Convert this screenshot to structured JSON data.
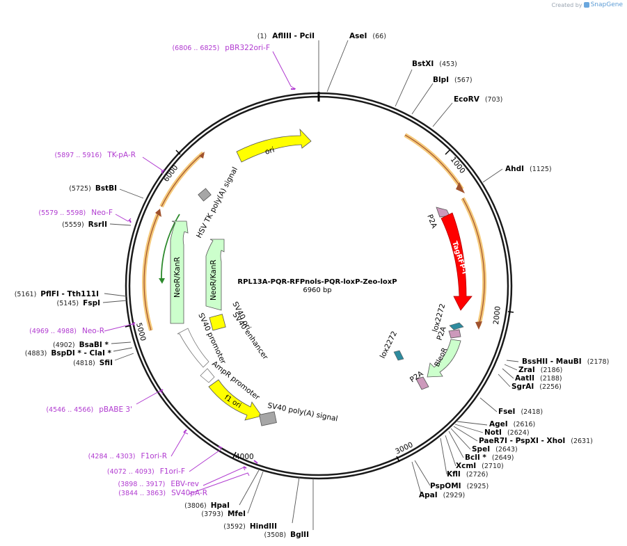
{
  "branding": {
    "created_by": "Created by",
    "product": "SnapGene"
  },
  "plasmid": {
    "name": "RPL13A-PQR-RFPnols-PQR-loxP-Zeo-loxP",
    "length_label": "6960 bp",
    "length": 6960
  },
  "ticks": [
    {
      "label": "1000",
      "bp": 1000
    },
    {
      "label": "2000",
      "bp": 2000
    },
    {
      "label": "3000",
      "bp": 3000
    },
    {
      "label": "4000",
      "bp": 4000
    },
    {
      "label": "5000",
      "bp": 5000
    },
    {
      "label": "6000",
      "bp": 6000
    }
  ],
  "sites": [
    {
      "id": "afliii-pcii",
      "bp": 1,
      "pos": "(1)",
      "name": "AflIII  - PciI",
      "side": "left"
    },
    {
      "id": "asei",
      "bp": 66,
      "pos": "(66)",
      "name": "AseI",
      "side": "right"
    },
    {
      "id": "bstxi",
      "bp": 453,
      "pos": "(453)",
      "name": "BstXI",
      "side": "right"
    },
    {
      "id": "blpi",
      "bp": 567,
      "pos": "(567)",
      "name": "BlpI",
      "side": "right"
    },
    {
      "id": "ecorv",
      "bp": 703,
      "pos": "(703)",
      "name": "EcoRV",
      "side": "right"
    },
    {
      "id": "ahdi",
      "bp": 1125,
      "pos": "(1125)",
      "name": "AhdI",
      "side": "right"
    },
    {
      "id": "bsshii-maubi",
      "bp": 2178,
      "pos": "(2178)",
      "name": "BssHII   - MauBI",
      "side": "right"
    },
    {
      "id": "zrai",
      "bp": 2186,
      "pos": "(2186)",
      "name": "ZraI",
      "side": "right"
    },
    {
      "id": "aatii",
      "bp": 2188,
      "pos": "(2188)",
      "name": "AatII",
      "side": "right"
    },
    {
      "id": "sgrai",
      "bp": 2256,
      "pos": "(2256)",
      "name": "SgrAI",
      "side": "right"
    },
    {
      "id": "fsei",
      "bp": 2418,
      "pos": "(2418)",
      "name": "FseI",
      "side": "right"
    },
    {
      "id": "agei",
      "bp": 2616,
      "pos": "(2616)",
      "name": "AgeI",
      "side": "right"
    },
    {
      "id": "noti",
      "bp": 2624,
      "pos": "(2624)",
      "name": "NotI",
      "side": "right"
    },
    {
      "id": "paer7i-pspxi-xhoi",
      "bp": 2631,
      "pos": "(2631)",
      "name": "PaeR7I   - PspXI   - XhoI",
      "side": "right"
    },
    {
      "id": "spei",
      "bp": 2643,
      "pos": "(2643)",
      "name": "SpeI",
      "side": "right"
    },
    {
      "id": "bcli",
      "bp": 2649,
      "pos": "(2649)",
      "name": "BclI *",
      "side": "right"
    },
    {
      "id": "xcmi",
      "bp": 2710,
      "pos": "(2710)",
      "name": "XcmI",
      "side": "right"
    },
    {
      "id": "kfli",
      "bp": 2726,
      "pos": "(2726)",
      "name": "KflI",
      "side": "right"
    },
    {
      "id": "pspomi",
      "bp": 2925,
      "pos": "(2925)",
      "name": "PspOMI",
      "side": "right"
    },
    {
      "id": "apai",
      "bp": 2929,
      "pos": "(2929)",
      "name": "ApaI",
      "side": "right"
    },
    {
      "id": "bglii",
      "bp": 3508,
      "pos": "(3508)",
      "name": "BglII",
      "side": "left"
    },
    {
      "id": "hindiii",
      "bp": 3592,
      "pos": "(3592)",
      "name": "HindIII",
      "side": "left"
    },
    {
      "id": "mfei",
      "bp": 3793,
      "pos": "(3793)",
      "name": "MfeI",
      "side": "left"
    },
    {
      "id": "hpai",
      "bp": 3806,
      "pos": "(3806)",
      "name": "HpaI",
      "side": "left"
    },
    {
      "id": "sfii",
      "bp": 4818,
      "pos": "(4818)",
      "name": "SfiI",
      "side": "left"
    },
    {
      "id": "bspdi-clai",
      "bp": 4883,
      "pos": "(4883)",
      "name": "BspDI *  - ClaI *",
      "side": "left"
    },
    {
      "id": "bsabi",
      "bp": 4902,
      "pos": "(4902)",
      "name": "BsaBI *",
      "side": "left"
    },
    {
      "id": "fspi",
      "bp": 5145,
      "pos": "(5145)",
      "name": "FspI",
      "side": "left"
    },
    {
      "id": "pflfi-tth111i",
      "bp": 5161,
      "pos": "(5161)",
      "name": "PflFI   - Tth111I",
      "side": "left"
    },
    {
      "id": "rsrii",
      "bp": 5559,
      "pos": "(5559)",
      "name": "RsrII",
      "side": "left"
    },
    {
      "id": "bstbi",
      "bp": 5725,
      "pos": "(5725)",
      "name": "BstBI",
      "side": "left"
    }
  ],
  "primers": [
    {
      "id": "pbr322ori-f",
      "bp": 6815,
      "pos": "(6806 .. 6825)",
      "name": "pBR322ori-F"
    },
    {
      "id": "tk-pa-r",
      "bp": 5906,
      "pos": "(5897 .. 5916)",
      "name": "TK-pA-R"
    },
    {
      "id": "neo-f",
      "bp": 5588,
      "pos": "(5579 .. 5598)",
      "name": "Neo-F"
    },
    {
      "id": "neo-r",
      "bp": 4978,
      "pos": "(4969 .. 4988)",
      "name": "Neo-R"
    },
    {
      "id": "pbabe-3",
      "bp": 4556,
      "pos": "(4546 .. 4566)",
      "name": "pBABE 3'"
    },
    {
      "id": "f1ori-r",
      "bp": 4293,
      "pos": "(4284 .. 4303)",
      "name": "F1ori-R"
    },
    {
      "id": "f1ori-f",
      "bp": 4082,
      "pos": "(4072 .. 4093)",
      "name": "F1ori-F"
    },
    {
      "id": "ebv-rev",
      "bp": 3907,
      "pos": "(3898 .. 3917)",
      "name": "EBV-rev"
    },
    {
      "id": "sv40pa-r",
      "bp": 3853,
      "pos": "(3844 .. 3863)",
      "name": "SV40pA-R"
    }
  ],
  "features": [
    {
      "id": "ori",
      "name": "ori",
      "color": "#ffff00"
    },
    {
      "id": "hsv-tk-polya",
      "name": "HSV TK poly(A) signal",
      "color": "#a6a6a6"
    },
    {
      "id": "neor-kanr-outer",
      "name": "NeoR/KanR",
      "color": "#ccffcc"
    },
    {
      "id": "neor-kanr-inner",
      "name": "NeoR/KanR",
      "color": "#ccffcc"
    },
    {
      "id": "sv40-ori",
      "name": "SV40 ori",
      "color": "#ffff00"
    },
    {
      "id": "sv40-enhancer",
      "name": "SV40 enhancer",
      "color": "#ffffff"
    },
    {
      "id": "sv40-promoter",
      "name": "SV40 promoter",
      "color": "#ffffff"
    },
    {
      "id": "ampr-promoter",
      "name": "AmpR promoter",
      "color": "#ffffff"
    },
    {
      "id": "f1-ori",
      "name": "f1 ori",
      "color": "#ffff00"
    },
    {
      "id": "sv40-polya",
      "name": "SV40 poly(A) signal",
      "color": "#a6a6a6"
    },
    {
      "id": "p2a-1",
      "name": "P2A",
      "color": "#cc99bb"
    },
    {
      "id": "tagrfp-t",
      "name": "TagRFP-T",
      "color": "#ff0000"
    },
    {
      "id": "lox2272-1",
      "name": "lox2272",
      "color": "#2e8b9e"
    },
    {
      "id": "p2a-2",
      "name": "P2A",
      "color": "#cc99bb"
    },
    {
      "id": "bleor",
      "name": "BleoR",
      "color": "#ccffcc"
    },
    {
      "id": "lox2272-2",
      "name": "lox2272",
      "color": "#2e8b9e"
    },
    {
      "id": "p2a-3",
      "name": "P2A",
      "color": "#cc99bb"
    }
  ],
  "colors": {
    "backbone": "#1a1a1a",
    "orf_outline": "#f5c97a",
    "orf_arrow": "#a0522d",
    "orf_arrow_green": "#2d8a2d",
    "primer": "#b03ad0"
  }
}
